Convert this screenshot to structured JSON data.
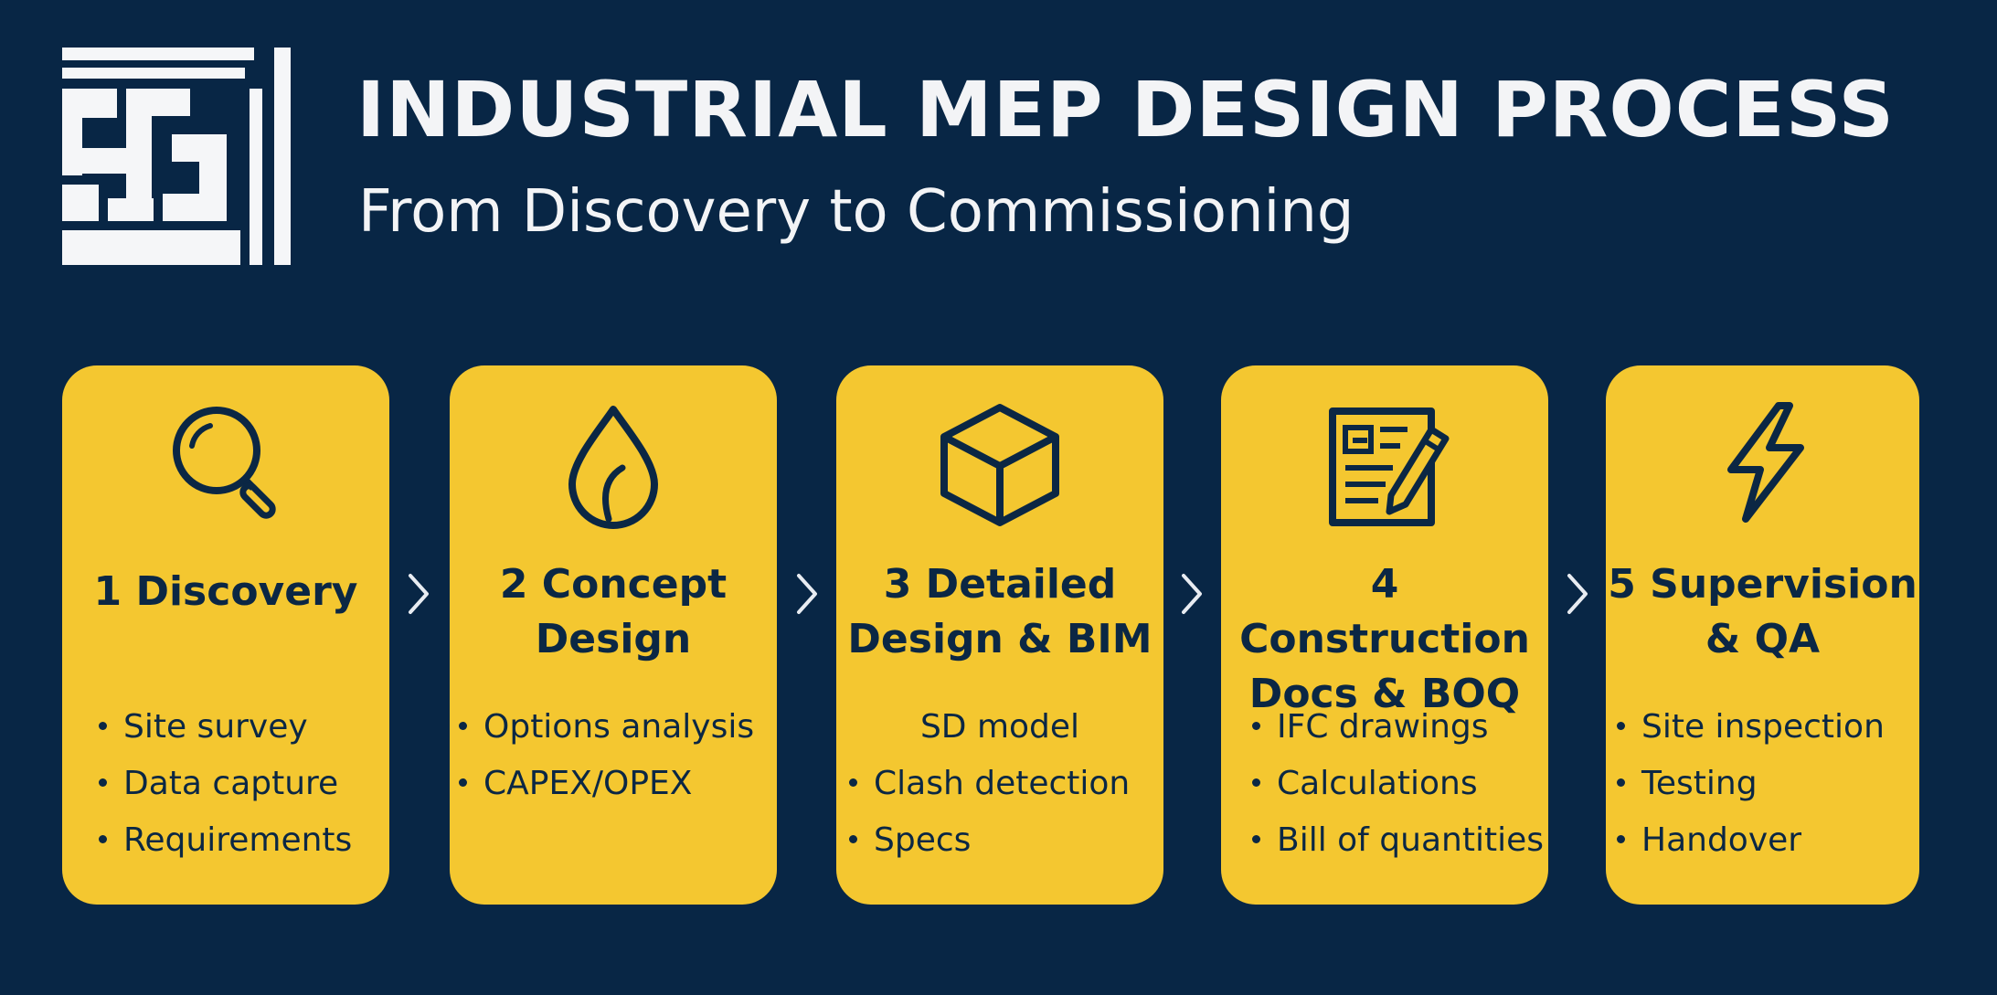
{
  "header": {
    "title": "INDUSTRIAL MEP DESIGN PROCESS",
    "subtitle": "From Discovery to Commissioning"
  },
  "colors": {
    "background": "#082645",
    "card": "#f4c730",
    "ink": "#0b2744",
    "text_light": "#f3f4f6"
  },
  "steps": [
    {
      "icon": "magnifier-icon",
      "title_lines": [
        "1 Discovery"
      ],
      "items": [
        {
          "text": "Site survey",
          "bullet": true
        },
        {
          "text": "Data capture",
          "bullet": true
        },
        {
          "text": "Requirements",
          "bullet": true
        }
      ]
    },
    {
      "icon": "water-drop-icon",
      "title_lines": [
        "2 Concept",
        "Design"
      ],
      "items": [
        {
          "text": "Options analysis",
          "bullet": true
        },
        {
          "text": "CAPEX/OPEX",
          "bullet": true
        }
      ]
    },
    {
      "icon": "cube-icon",
      "title_lines": [
        "3 Detailed",
        "Design & BIM"
      ],
      "items": [
        {
          "text": "SD model",
          "bullet": false
        },
        {
          "text": "Clash detection",
          "bullet": true
        },
        {
          "text": "Specs",
          "bullet": true
        }
      ]
    },
    {
      "icon": "document-pencil-icon",
      "title_lines": [
        "4 Construction",
        "Docs & BOQ"
      ],
      "items": [
        {
          "text": "IFC drawings",
          "bullet": true
        },
        {
          "text": "Calculations",
          "bullet": true
        },
        {
          "text": "Bill of quantities",
          "bullet": true
        }
      ]
    },
    {
      "icon": "lightning-icon",
      "title_lines": [
        "5 Supervision",
        "& QA"
      ],
      "items": [
        {
          "text": "Site inspection",
          "bullet": true
        },
        {
          "text": "Testing",
          "bullet": true
        },
        {
          "text": "Handover",
          "bullet": true
        }
      ]
    }
  ]
}
